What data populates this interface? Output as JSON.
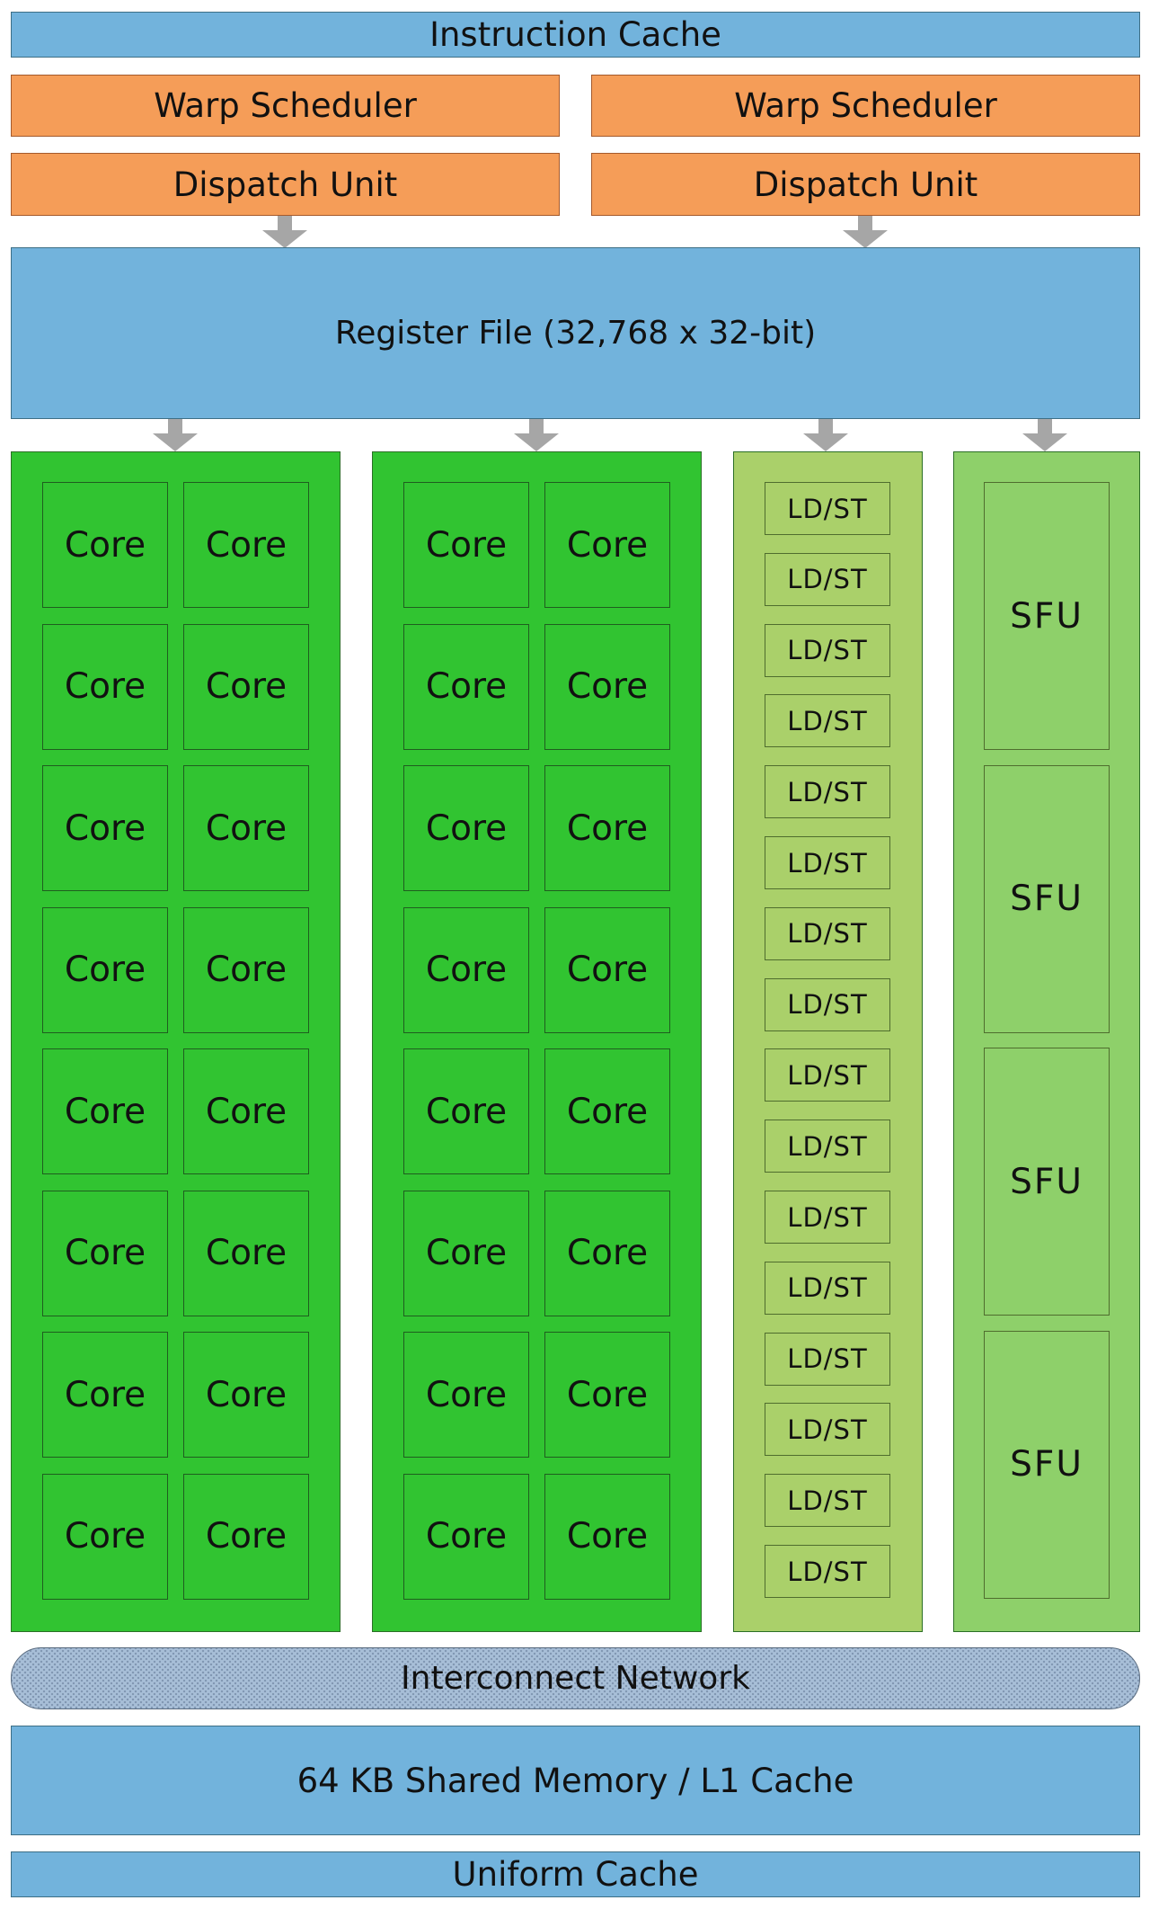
{
  "instruction_cache": "Instruction Cache",
  "warp_scheduler": [
    "Warp Scheduler",
    "Warp Scheduler"
  ],
  "dispatch_unit": [
    "Dispatch Unit",
    "Dispatch Unit"
  ],
  "register_file": "Register File (32,768 x 32-bit)",
  "core_label": "Core",
  "ldst_label": "LD/ST",
  "sfu_label": "SFU",
  "core_columns": 2,
  "cores_per_column": 16,
  "ldst_units": 16,
  "sfu_units": 4,
  "interconnect": "Interconnect Network",
  "shared_memory": "64 KB Shared Memory / L1 Cache",
  "uniform_cache": "Uniform Cache",
  "colors": {
    "cache_blue": "#72b3dc",
    "scheduler_orange": "#f59d58",
    "core_green": "#31c431",
    "ldst_green": "#aad06a",
    "sfu_green": "#8ed06a",
    "interconnect_blue": "#a8bfd8",
    "arrow_gray": "#a6a6a6"
  }
}
